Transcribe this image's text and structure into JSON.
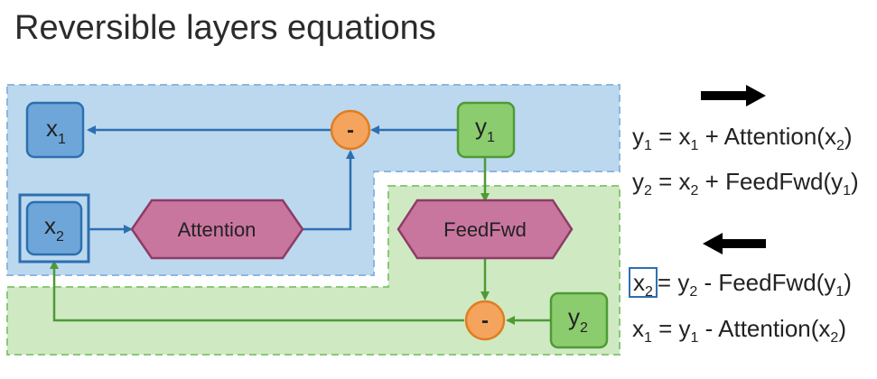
{
  "title": "Reversible layers equations",
  "colors": {
    "blue_region": "#bcd8ee",
    "blue_border": "#8fb6de",
    "green_region": "#cfeac3",
    "green_border": "#8bc77a",
    "x_node_fill": "#6fa6d9",
    "x_node_stroke": "#2d6fb0",
    "y_node_fill": "#8bcc6f",
    "y_node_stroke": "#4f9a35",
    "hexagon_fill": "#c9769f",
    "hexagon_stroke": "#8e3b66",
    "minus_fill": "#f5a45d",
    "minus_stroke": "#e07d22",
    "blue_arrow": "#2d6fb0",
    "green_arrow": "#4f9a35",
    "black_arrow": "#000000"
  },
  "nodes": {
    "x1": {
      "var": "x",
      "sub": "1"
    },
    "x2": {
      "var": "x",
      "sub": "2"
    },
    "y1": {
      "var": "y",
      "sub": "1"
    },
    "y2": {
      "var": "y",
      "sub": "2"
    },
    "attention": "Attention",
    "feedfwd": "FeedFwd",
    "minus_top": "-",
    "minus_bottom": "-"
  },
  "forward_arrow": "right-arrow-icon",
  "backward_arrow": "left-arrow-icon",
  "equations": {
    "eq1": {
      "y": "y",
      "y_sub": "1",
      "eq": " = ",
      "x": "x",
      "x_sub": "1",
      "op": " + Attention(",
      "arg": "x",
      "arg_sub": "2",
      "close": ")"
    },
    "eq2": {
      "y": "y",
      "y_sub": "2",
      "eq": " = ",
      "x": "x",
      "x_sub": "2",
      "op": " + FeedFwd(",
      "arg": "y",
      "arg_sub": "1",
      "close": ")"
    },
    "eq3": {
      "lhs": "x",
      "lhs_sub": "2",
      "eq": "= ",
      "rhs": "y",
      "rhs_sub": "2",
      "op": " - FeedFwd(",
      "arg": "y",
      "arg_sub": "1",
      "close": ")"
    },
    "eq4": {
      "lhs": "x",
      "lhs_sub": "1",
      "eq": " = ",
      "rhs": "y",
      "rhs_sub": "1",
      "op": " - Attention(",
      "arg": "x",
      "arg_sub": "2",
      "close": ")"
    }
  }
}
